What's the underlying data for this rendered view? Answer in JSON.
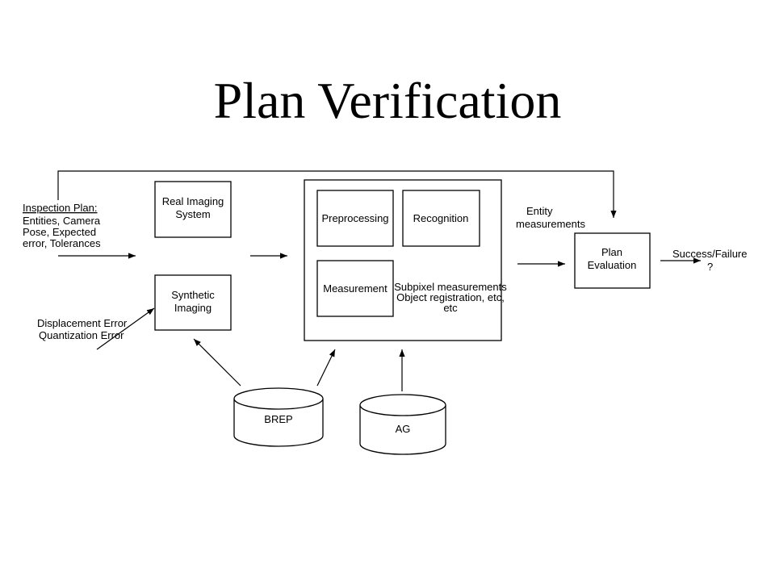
{
  "title": "Plan Verification",
  "inputs": {
    "inspection_plan_heading": "Inspection Plan:",
    "inspection_plan_lines": [
      "Entities, Camera",
      "Pose, Expected",
      "error, Tolerances"
    ],
    "error_lines": [
      "Displacement Error",
      "Quantization Error"
    ]
  },
  "blocks": {
    "real_imaging": [
      "Real Imaging",
      "System"
    ],
    "synthetic_imaging": [
      "Synthetic",
      "Imaging"
    ],
    "preprocessing": "Preprocessing",
    "recognition": "Recognition",
    "measurement": "Measurement",
    "measurement_note": [
      "Subpixel measurements",
      "Object registration, etc,",
      "etc"
    ],
    "plan_evaluation": [
      "Plan",
      "Evaluation"
    ]
  },
  "edges": {
    "entity_measurements": [
      "Entity",
      "measurements"
    ],
    "result": [
      "Success/Failure",
      "?"
    ]
  },
  "databases": {
    "brep": "BREP",
    "ag": "AG"
  }
}
